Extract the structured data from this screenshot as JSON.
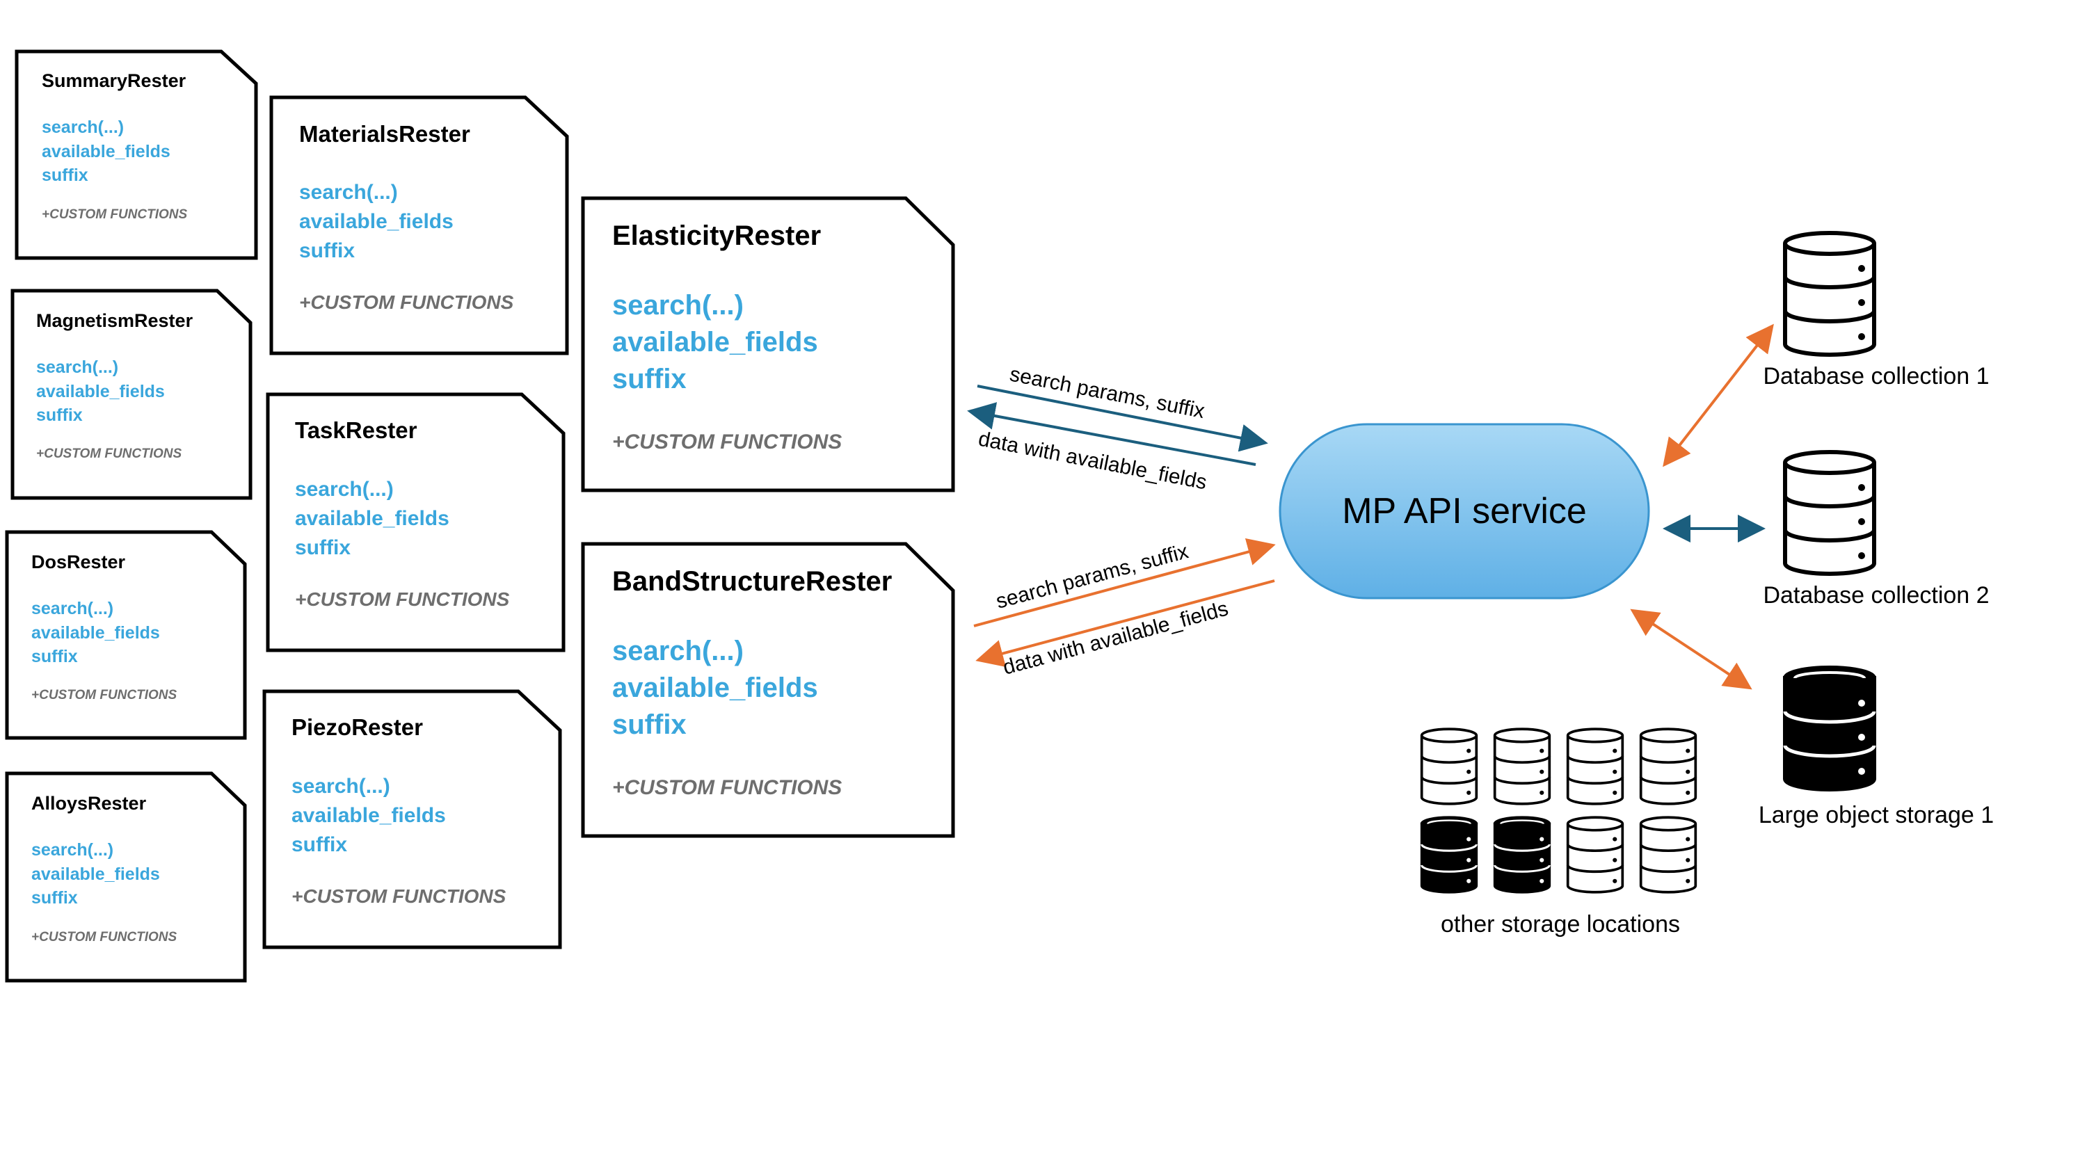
{
  "resters": [
    {
      "name": "SummaryRester",
      "methods": [
        "search(...)",
        "available_fields",
        "suffix"
      ],
      "custom": "+CUSTOM FUNCTIONS"
    },
    {
      "name": "MagnetismRester",
      "methods": [
        "search(...)",
        "available_fields",
        "suffix"
      ],
      "custom": "+CUSTOM FUNCTIONS"
    },
    {
      "name": "DosRester",
      "methods": [
        "search(...)",
        "available_fields",
        "suffix"
      ],
      "custom": "+CUSTOM FUNCTIONS"
    },
    {
      "name": "AlloysRester",
      "methods": [
        "search(...)",
        "available_fields",
        "suffix"
      ],
      "custom": "+CUSTOM FUNCTIONS"
    },
    {
      "name": "MaterialsRester",
      "methods": [
        "search(...)",
        "available_fields",
        "suffix"
      ],
      "custom": "+CUSTOM FUNCTIONS"
    },
    {
      "name": "TaskRester",
      "methods": [
        "search(...)",
        "available_fields",
        "suffix"
      ],
      "custom": "+CUSTOM FUNCTIONS"
    },
    {
      "name": "PiezoRester",
      "methods": [
        "search(...)",
        "available_fields",
        "suffix"
      ],
      "custom": "+CUSTOM FUNCTIONS"
    },
    {
      "name": "ElasticityRester",
      "methods": [
        "search(...)",
        "available_fields",
        "suffix"
      ],
      "custom": "+CUSTOM FUNCTIONS"
    },
    {
      "name": "BandStructureRester",
      "methods": [
        "search(...)",
        "available_fields",
        "suffix"
      ],
      "custom": "+CUSTOM FUNCTIONS"
    }
  ],
  "service": {
    "label": "MP API service"
  },
  "edges": {
    "elasticity_request": "search params, suffix",
    "elasticity_response": "data with available_fields",
    "band_request": "search params, suffix",
    "band_response": "data with available_fields"
  },
  "stores": {
    "db1": "Database collection 1",
    "db2": "Database collection 2",
    "large": "Large object storage 1",
    "other": "other storage locations"
  },
  "colors": {
    "method_text": "#3aa6dc",
    "custom_text": "#6e6e6e",
    "teal_arrow": "#1b5e7e",
    "orange_arrow": "#e8712f",
    "service_fill": "#7cc1ec",
    "service_stroke": "#3a95cf"
  }
}
